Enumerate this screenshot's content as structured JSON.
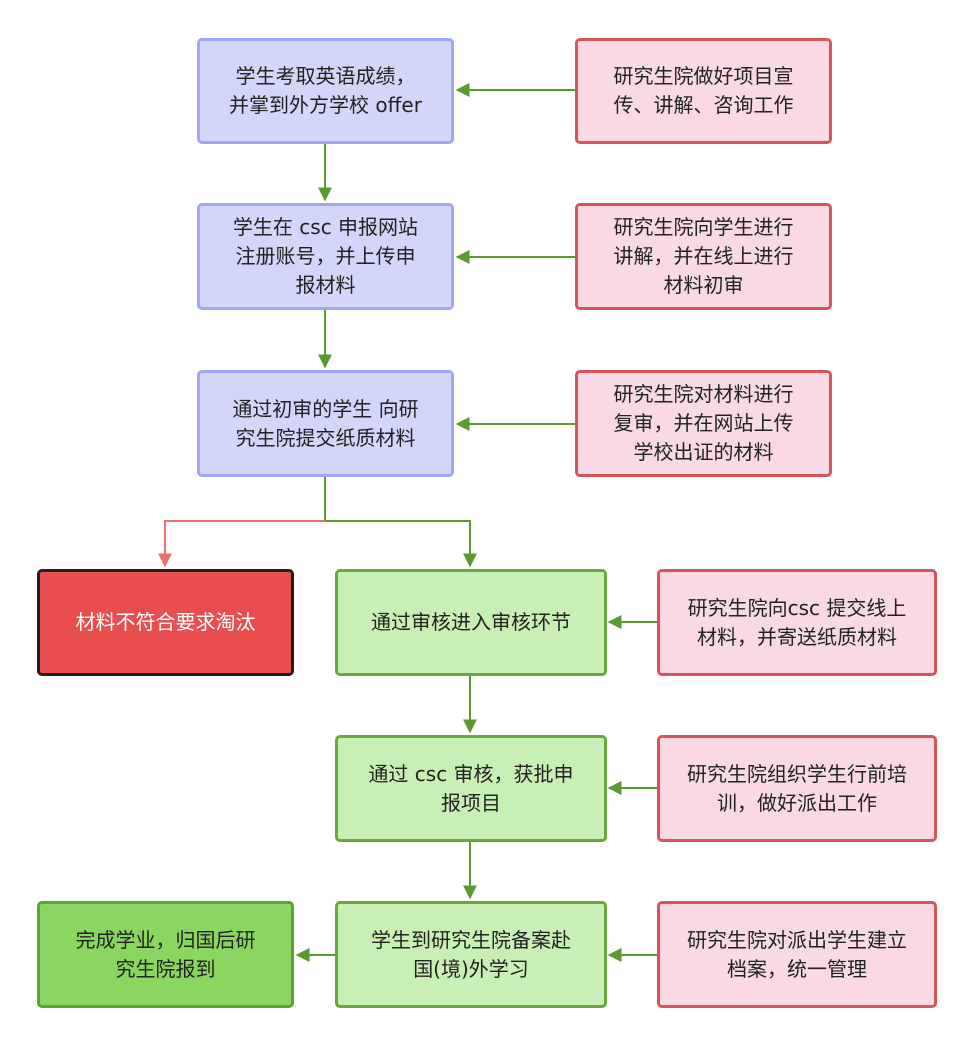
{
  "nodes": {
    "s1": "学生考取英语成绩，\n并掌到外方学校 offer",
    "s2": "学生在 csc 申报网站\n注册账号，并上传申\n报材料",
    "s3": "通过初审的学生 向研\n究生院提交纸质材料",
    "fail": "材料不符合要求淘汰",
    "s4": "通过审核进入审核环节",
    "s5": "通过 csc 审核，获批申\n报项目",
    "s6": "学生到研究生院备案赴\n国(境)外学习",
    "done": "完成学业，归国后研\n究生院报到",
    "r1": "研究生院做好项目宣\n传、讲解、咨询工作",
    "r2": "研究生院向学生进行\n讲解，并在线上进行\n材料初审",
    "r3": "研究生院对材料进行\n复审，并在网站上传\n学校出证的材料",
    "r4": "研究生院向csc 提交线上\n材料，并寄送纸质材料",
    "r5": "研究生院组织学生行前培\n训，做好派出工作",
    "r6": "研究生院对派出学生建立\n档案，统一管理"
  },
  "colors": {
    "edge_green": "#5a9a2e",
    "edge_red": "#e87272"
  }
}
